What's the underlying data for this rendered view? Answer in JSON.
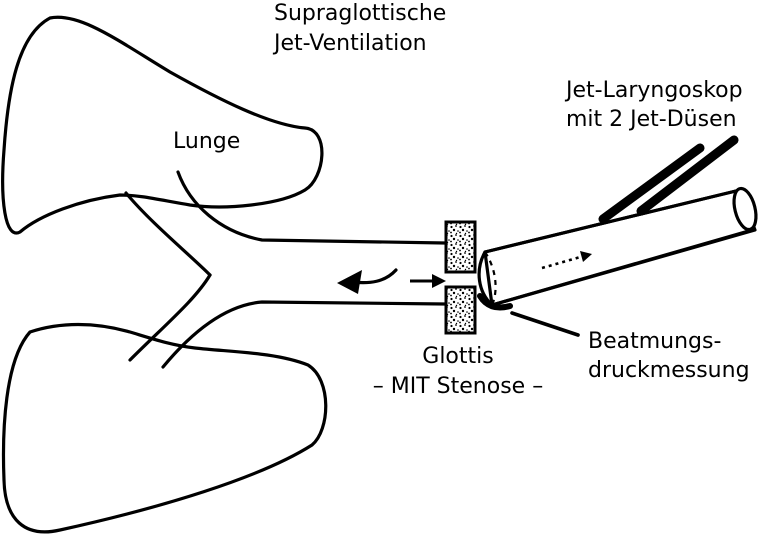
{
  "labels": {
    "title_line1": "Supraglottische",
    "title_line2": "Jet-Ventilation",
    "lung": "Lunge",
    "laryngoscope_line1": "Jet-Laryngoskop",
    "laryngoscope_line2": "mit 2 Jet-Düsen",
    "pressure_line1": "Beatmungs-",
    "pressure_line2": "druckmessung",
    "glottis_line1": "Glottis",
    "glottis_line2": "– MIT Stenose –"
  },
  "colors": {
    "ink": "#000000",
    "background": "#ffffff"
  }
}
